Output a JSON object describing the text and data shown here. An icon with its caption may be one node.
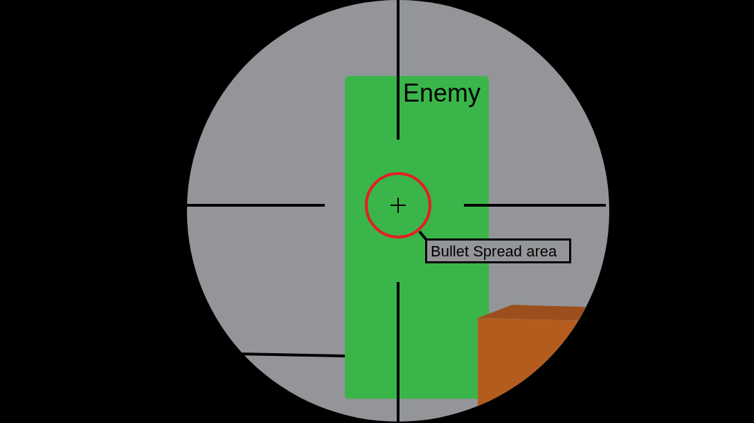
{
  "diagram": {
    "nodes": [
      {
        "text": [
          "Enemy"
        ]
      },
      {
        "text": [],
        "shape": "circle",
        "in": 0
      },
      {
        "text": [
          "Bullet Spread area"
        ]
      }
    ],
    "edges": [
      {
        "from": 2,
        "to": 1,
        "arrow": "none"
      }
    ]
  }
}
